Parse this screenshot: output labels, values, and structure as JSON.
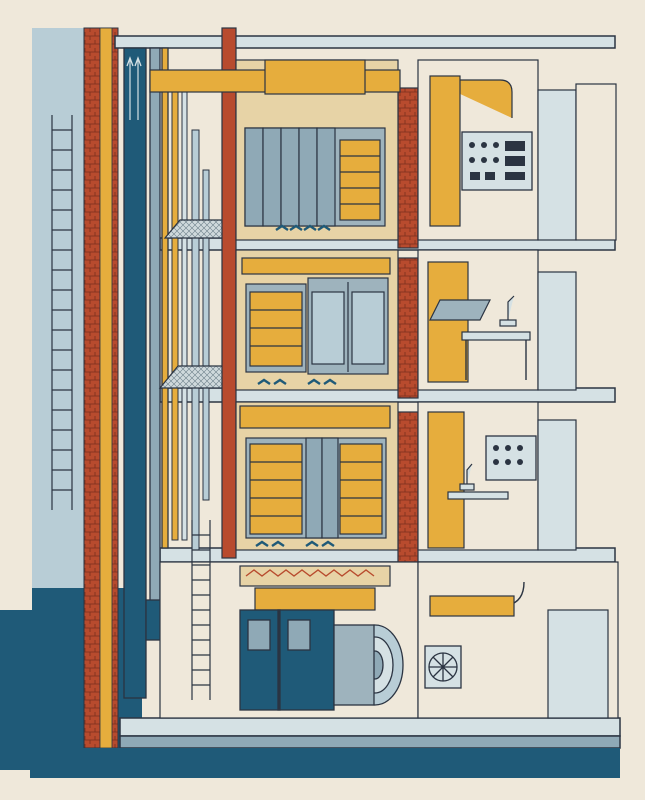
{
  "palette": {
    "paper": "#efe8da",
    "line": "#2b3442",
    "navy": "#1f5a78",
    "light_blue": "#b8cdd6",
    "pale_blue": "#d5e1e4",
    "gray_blue": "#8fa9b6",
    "amber": "#e6ad3d",
    "amber_dark": "#d29a2e",
    "brick": "#b84b2e",
    "tan": "#e7d3a6",
    "slate": "#9eb3bd"
  },
  "floors": [
    {
      "name": "floor-1",
      "room_kind": "server-archive"
    },
    {
      "name": "floor-2",
      "room_kind": "server-archive-and-lab"
    },
    {
      "name": "floor-3",
      "room_kind": "server-archive-and-lab"
    },
    {
      "name": "basement",
      "room_kind": "mechanical-room"
    }
  ],
  "icons": [
    "ladder-icon",
    "microscope-icon",
    "control-panel-icon",
    "fan-icon",
    "server-rack-icon",
    "duct-icon",
    "turbine-icon"
  ]
}
